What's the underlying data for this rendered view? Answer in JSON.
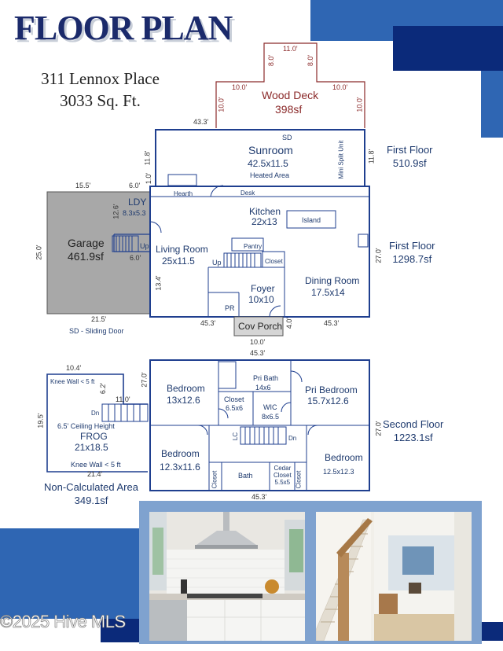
{
  "header": {
    "title": "FLOOR PLAN",
    "address": "311 Lennox Place",
    "sqft": "3033 Sq. Ft."
  },
  "colors": {
    "navy": "#1b2a6b",
    "blue_bar": "#2f66b3",
    "deep_blue": "#0b2a7a",
    "plan_line": "#1f3f8f",
    "deck_red": "#8b2a2a",
    "garage_gray": "#a8a8a8",
    "photo_frame": "#7fa2cf"
  },
  "deck": {
    "name": "Wood Deck",
    "area": "398sf",
    "d_top": "11.0'",
    "d_left_short": "8.0'",
    "d_right_short": "8.0'",
    "d_left_top": "10.0'",
    "d_right_top": "10.0'",
    "d_left_side": "10.0'",
    "d_right_side": "10.0'",
    "d_width": "43.3'"
  },
  "sunroom": {
    "name": "Sunroom",
    "size": "42.5x11.5",
    "note": "Heated Area",
    "sd": "SD",
    "mini_split": "Mini Split Unit",
    "d_left": "11.8'",
    "d_right": "11.8'",
    "d_small": "1.0'"
  },
  "first_floor_a": {
    "label": "First Floor",
    "area": "510.9sf"
  },
  "first_floor_b": {
    "label": "First Floor",
    "area": "1298.7sf"
  },
  "garage": {
    "name": "Garage",
    "area": "461.9sf",
    "d_top": "15.5'",
    "d_left": "25.0'",
    "d_bottom": "21.5'",
    "note": "SD - Sliding Door"
  },
  "main": {
    "ldy_name": "LDY",
    "ldy_size": "8.3x5.3",
    "d_ldy": "12.6'",
    "d_6a": "6.0'",
    "d_6b": "6.0'",
    "up": "Up",
    "hearth": "Hearth",
    "desk": "Desk",
    "kitchen_name": "Kitchen",
    "kitchen_size": "22x13",
    "island": "Island",
    "living_name": "Living Room",
    "living_size": "25x11.5",
    "up2": "Up",
    "pantry": "Pantry",
    "closet": "Closet",
    "foyer_name": "Foyer",
    "foyer_size": "10x10",
    "pr": "PR",
    "dining_name": "Dining Room",
    "dining_size": "17.5x14",
    "d_134": "13.4'",
    "d_27": "27.0'",
    "d_453a": "45.3'",
    "d_453b": "45.3'",
    "d_40": "4.0'",
    "d_10": "10.0'",
    "porch": "Cov Porch"
  },
  "second": {
    "label": "Second Floor",
    "area": "1223.1sf",
    "d_top": "45.3'",
    "d_bottom": "45.3'",
    "d_left": "27.0'",
    "d_right": "27.0'",
    "bed1_name": "Bedroom",
    "bed1_size": "13x12.6",
    "pribath_name": "Pri Bath",
    "pribath_size": "14x6",
    "pribed_name": "Pri Bedroom",
    "pribed_size": "15.7x12.6",
    "closet_name": "Closet",
    "closet_size": "6.5x6",
    "wic_name": "WIC",
    "wic_size": "8x6.5",
    "bed2_name": "Bedroom",
    "bed2_size": "12.3x11.6",
    "bed3_name": "Bedroom",
    "bed3_size": "12.5x12.3",
    "lc": "LC",
    "dn": "Dn",
    "bath": "Bath",
    "cedar": "Cedar",
    "cedar_closet": "Closet",
    "cedar_size": "5.5x5",
    "closet_l": "Closet",
    "closet_r": "Closet"
  },
  "frog": {
    "name": "FROG",
    "size": "21x18.5",
    "ceiling": "6.5' Ceiling Height",
    "knee_top": "Knee Wall < 5 ft",
    "knee_bottom": "Knee Wall < 5 ft",
    "d_104": "10.4'",
    "d_62": "6.2'",
    "d_110": "11.0'",
    "d_195": "19.5'",
    "d_214": "21.4'",
    "dn": "Dn",
    "nc_label": "Non-Calculated Area",
    "nc_area": "349.1sf"
  },
  "footer": {
    "copyright": "©2025 Hive MLS"
  }
}
